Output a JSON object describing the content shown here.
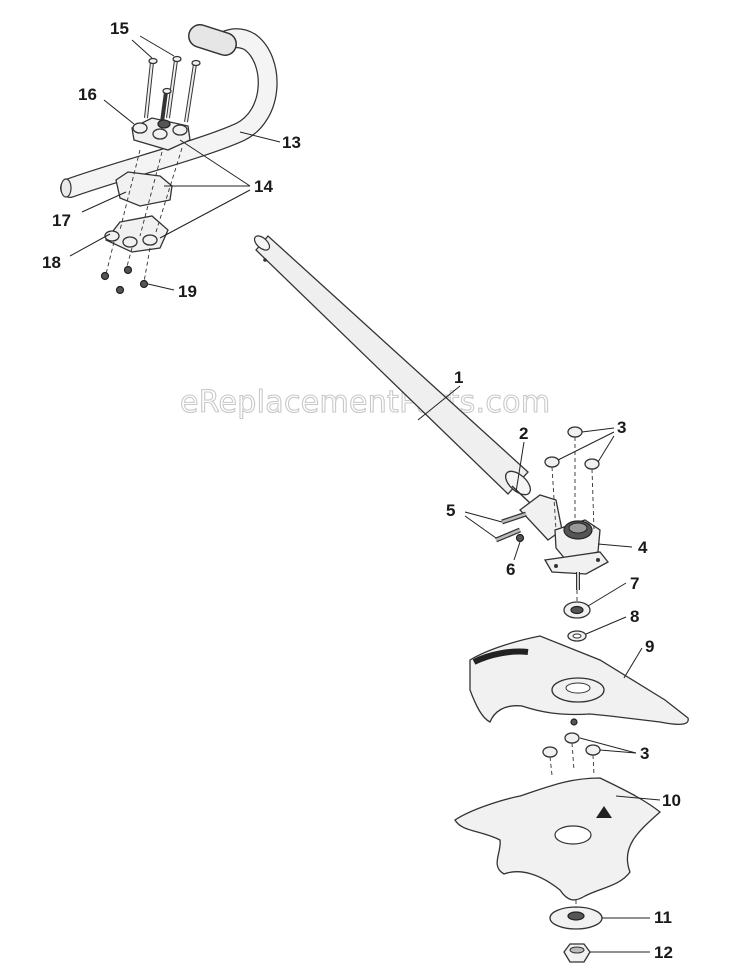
{
  "watermark": "eReplacementParts.com",
  "callouts": [
    {
      "id": "p1",
      "label": "1"
    },
    {
      "id": "p2",
      "label": "2"
    },
    {
      "id": "p3a",
      "label": "3"
    },
    {
      "id": "p3b",
      "label": "3"
    },
    {
      "id": "p4",
      "label": "4"
    },
    {
      "id": "p5",
      "label": "5"
    },
    {
      "id": "p6",
      "label": "6"
    },
    {
      "id": "p7",
      "label": "7"
    },
    {
      "id": "p8",
      "label": "8"
    },
    {
      "id": "p9",
      "label": "9"
    },
    {
      "id": "p10",
      "label": "10"
    },
    {
      "id": "p11",
      "label": "11"
    },
    {
      "id": "p12",
      "label": "12"
    },
    {
      "id": "p13",
      "label": "13"
    },
    {
      "id": "p14",
      "label": "14"
    },
    {
      "id": "p15",
      "label": "15"
    },
    {
      "id": "p16",
      "label": "16"
    },
    {
      "id": "p17",
      "label": "17"
    },
    {
      "id": "p18",
      "label": "18"
    },
    {
      "id": "p19",
      "label": "19"
    }
  ]
}
